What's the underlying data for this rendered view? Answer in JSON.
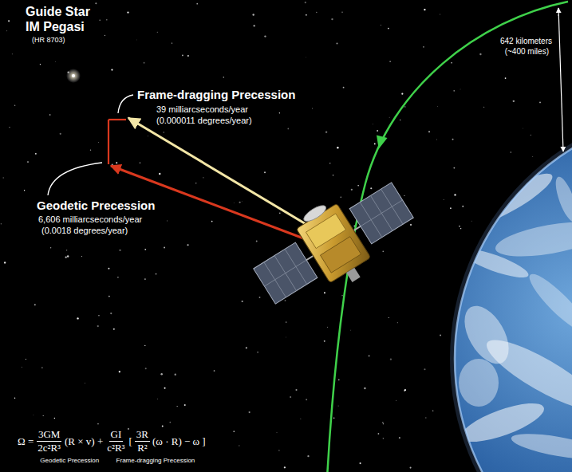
{
  "diagram": {
    "labels": [
      "Guide Star",
      "IM Pegasi",
      "(HR 8703)",
      "Frame-dragging Precession",
      "39 milliarcseconds/year",
      "(0.000011 degrees/year)",
      "Geodetic Precession",
      "6,606 milliarcseconds/year",
      "(0.0018 degrees/year)",
      "642 kilometers",
      "(~400 miles)",
      "Ω =",
      "3GM",
      "2c²R³",
      "(R × v) +",
      "GI",
      "c²R³",
      "[",
      "3R",
      "R²",
      "(ω · R) − ω ]",
      "Geodetic Precession",
      "Frame-dragging Precession"
    ]
  }
}
